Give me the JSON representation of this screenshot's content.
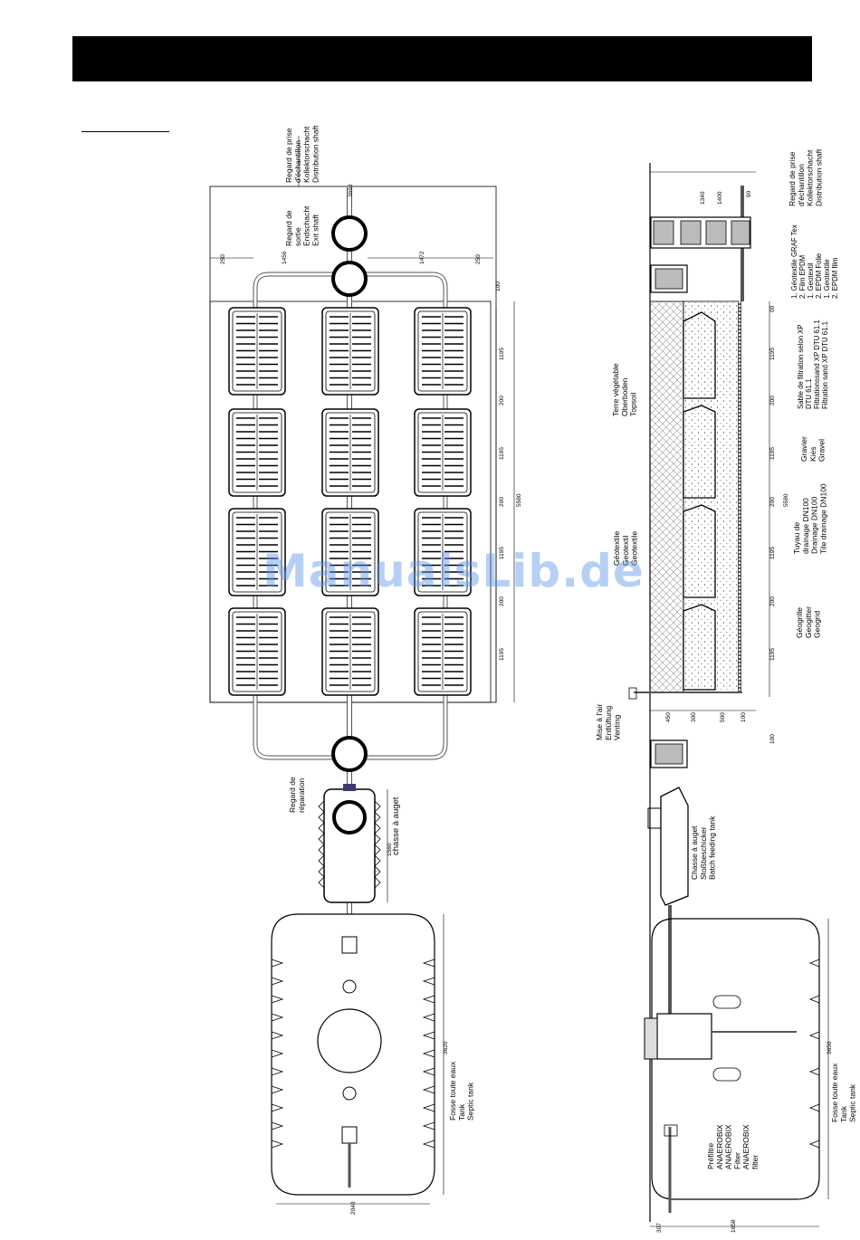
{
  "plan_view": {
    "labels": {
      "sampling_shaft": [
        "Regard de prise",
        "d'échantillon",
        "Kollektorschacht",
        "Distribution shaft"
      ],
      "exit_shaft": [
        "Regard de",
        "sortie",
        "Endschacht",
        "Exit shaft"
      ],
      "repair_shaft": [
        "Regard de",
        "réparation"
      ],
      "batch_tank": "chasse à auget",
      "septic_tank": [
        "Fosse toute eaux",
        "Tank",
        "Septic tank"
      ]
    },
    "dimensions": {
      "top": "3690",
      "left_offset": "1456",
      "right_offset": "1472",
      "left_margin": "250",
      "right_margin": "250",
      "top_gap": "100",
      "module_1": "1195",
      "gap_1": "200",
      "module_2": "1195",
      "gap_2": "200",
      "module_3": "1195",
      "gap_3": "200",
      "module_4": "1195",
      "total": "5580",
      "batch_tank_length": "1560",
      "tank_length": "3620",
      "tank_width": "2040"
    }
  },
  "section_view": {
    "labels": {
      "topsoil": [
        "Terre végétable",
        "Oberboden",
        "Topsoil"
      ],
      "geotextile": [
        "Géotextile",
        "Geotextil",
        "Geotextile"
      ],
      "geogrid": [
        "Géogrille",
        "Geogitter",
        "Geogrid"
      ],
      "venting": [
        "Mise à l'air",
        "Entlüftung",
        "Venting"
      ],
      "distribution_shaft": [
        "Regard de prise",
        "d'échantillon",
        "Kollektorschacht",
        "Distribution shaft"
      ],
      "film": [
        "1. Géotextile GRAF Tex",
        "2. Film EPDM",
        "1. Geotextil",
        "2. EPDM Folie",
        "1. Geotextile",
        "2. EPDM film"
      ],
      "sand": [
        "Sable de filtration selon XP",
        "DTU 61.1",
        "Filtrationssand XP DTU 61.1",
        "Filtration sand XP DTU 61.1"
      ],
      "gravel": [
        "Gravier",
        "Kies",
        "Gravel"
      ],
      "drain_pipe": [
        "Tuyau de",
        "drainage DN100",
        "Drainage DN100",
        "Tile drainage DN100"
      ],
      "batch_tank": [
        "Chasse à auget",
        "Stoßbeschicker",
        "Batch feeding tank"
      ],
      "filter": [
        "Préfiltre",
        "ANAEROBIX",
        "ANAEROBIX",
        "Filter",
        "ANAEROBIX",
        "filter"
      ],
      "septic_tank": [
        "Fosse toute eaux",
        "Tank",
        "Septic tank"
      ]
    },
    "dimensions": {
      "height_1": "1340",
      "height_2": "1400",
      "shaft_width": "90",
      "top": "00",
      "module_1": "1195",
      "gap_1": "200",
      "module_2": "1195",
      "gap_2": "200",
      "total": "5580",
      "module_3": "1195",
      "gap_3": "200",
      "module_4": "1195",
      "layer_1": "450",
      "layer_2": "300",
      "layer_3": "500",
      "layer_4": "100",
      "bottom": "100",
      "tank_length": "3650",
      "tank_offset": "307",
      "tank_width": "1658"
    }
  },
  "watermark": "ManualsLib.de"
}
